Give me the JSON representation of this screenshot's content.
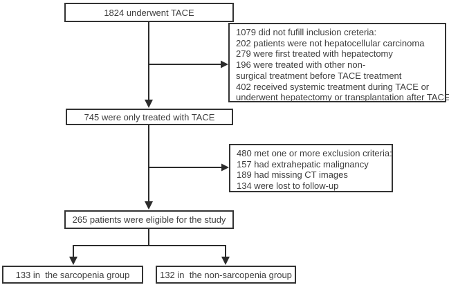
{
  "flowchart": {
    "boxes": {
      "top": "1824 underwent TACE",
      "inclusion": {
        "lines": [
          "1079 did not fufill inclusion creteria:",
          "202 patients were not hepatocellular carcinoma",
          "279 were first treated with hepatectomy",
          "196 were treated with other non-",
          "surgical treatment before TACE treatment",
          "402 received systemic treatment during TACE or",
          "underwent hepatectomy or transplantation after TACE"
        ]
      },
      "tace_only": "745 were only treated with TACE",
      "exclusion": {
        "lines": [
          "480 met one or more exclusion criteria:",
          "157 had extrahepatic malignancy",
          "189 had missing CT images",
          "134 were lost to follow-up"
        ]
      },
      "eligible": "265 patients were eligible for the study",
      "sarcopenia_group": "133 in  the sarcopenia group",
      "non_sarcopenia_group": "132 in  the non-sarcopenia group"
    },
    "colors": {
      "border": "#333333",
      "text": "#3d3d3d",
      "arrow": "#2b2b2b",
      "background": "#ffffff"
    }
  }
}
